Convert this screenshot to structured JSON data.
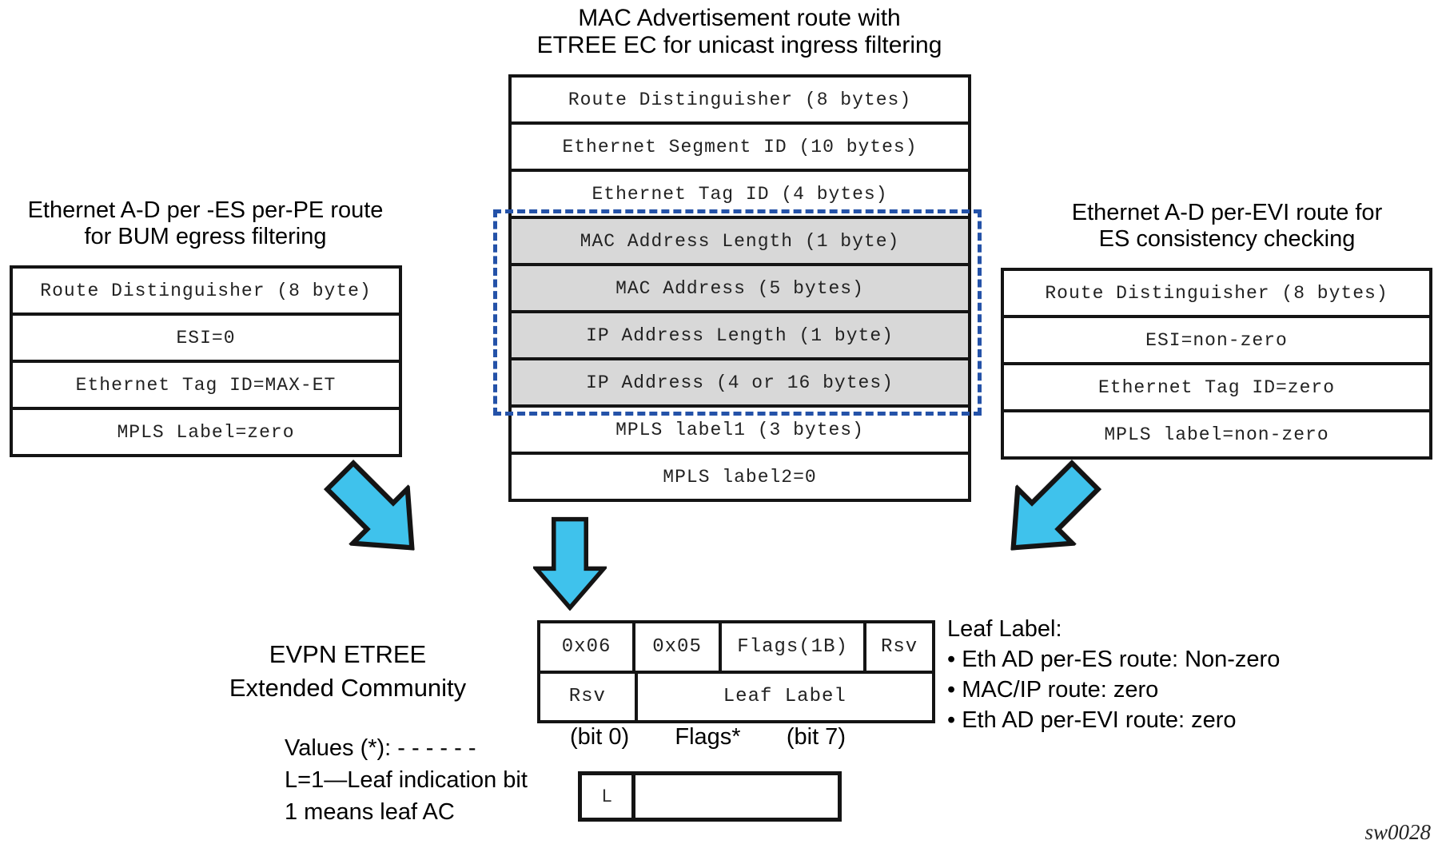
{
  "title": {
    "line1": "MAC Advertisement route with",
    "line2": "ETREE EC for unicast ingress filtering"
  },
  "left_panel": {
    "heading_line1": "Ethernet A-D per -ES per-PE route",
    "heading_line2": "for BUM egress filtering",
    "rows": [
      "Route Distinguisher (8 byte)",
      "ESI=0",
      "Ethernet Tag ID=MAX-ET",
      "MPLS Label=zero"
    ]
  },
  "center_panel": {
    "rows": [
      {
        "label": "Route Distinguisher (8 bytes)",
        "highlighted": false
      },
      {
        "label": "Ethernet Segment ID (10 bytes)",
        "highlighted": false
      },
      {
        "label": "Ethernet Tag ID (4 bytes)",
        "highlighted": false
      },
      {
        "label": "MAC Address Length (1 byte)",
        "highlighted": true
      },
      {
        "label": "MAC Address (5 bytes)",
        "highlighted": true
      },
      {
        "label": "IP Address Length (1 byte)",
        "highlighted": true
      },
      {
        "label": "IP Address (4 or 16 bytes)",
        "highlighted": true
      },
      {
        "label": "MPLS label1 (3 bytes)",
        "highlighted": false
      },
      {
        "label": "MPLS label2=0",
        "highlighted": false
      }
    ]
  },
  "right_panel": {
    "heading_line1": "Ethernet A-D per-EVI route for",
    "heading_line2": "ES consistency checking",
    "rows": [
      "Route Distinguisher (8 bytes)",
      "ESI=non-zero",
      "Ethernet Tag ID=zero",
      "MPLS label=non-zero"
    ]
  },
  "ec_section": {
    "label_line1": "EVPN ETREE",
    "label_line2": "Extended Community",
    "row1_cells": [
      "0x06",
      "0x05",
      "Flags(1B)",
      "Rsv"
    ],
    "row2_cells": [
      "Rsv",
      "Leaf Label"
    ]
  },
  "leaf_label_notes": {
    "heading": "Leaf Label:",
    "item1": "• Eth AD per-ES route: Non-zero",
    "item2": "• MAC/IP route: zero",
    "item3": "• Eth AD per-EVI route: zero"
  },
  "values_note": {
    "line1": "Values (*): - - - - - -",
    "line2": "L=1—Leaf indication bit",
    "line3": "1 means leaf AC"
  },
  "flags_diagram": {
    "bit0_label": "(bit 0)",
    "flags_label": "Flags*",
    "bit7_label": "(bit 7)",
    "leaf_bit": "L"
  },
  "watermark": "sw0028",
  "colors": {
    "arrow_fill": "#3fc2ec",
    "dashed_border": "#2452a8",
    "row_highlight": "#d8d8d8",
    "border": "#141414"
  }
}
